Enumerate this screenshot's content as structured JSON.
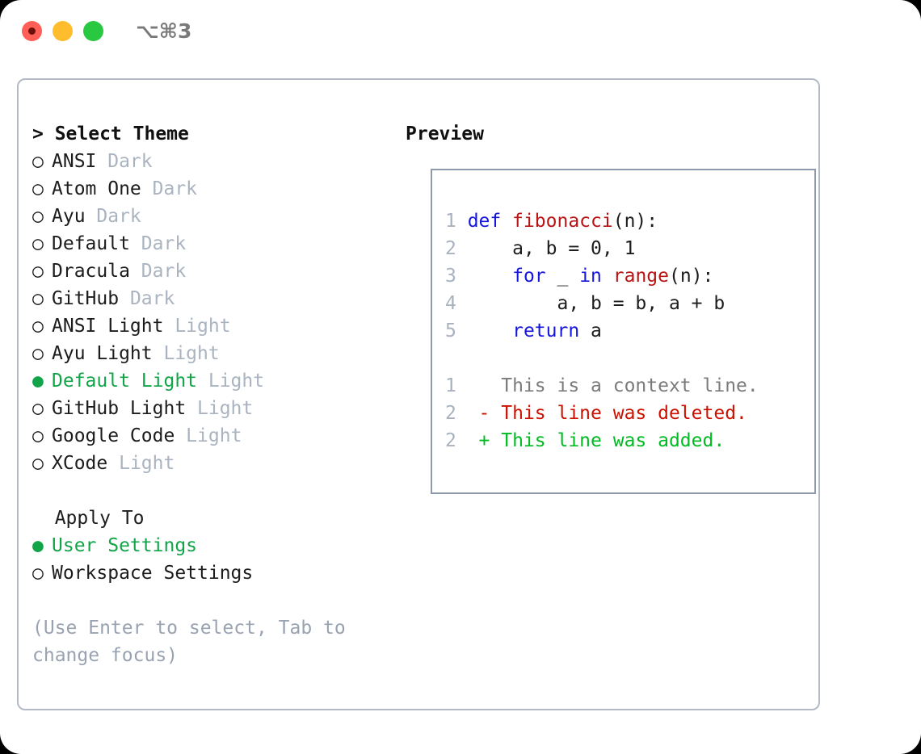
{
  "titlebar": {
    "shortcut": "⌥⌘3",
    "buttons": [
      {
        "name": "close",
        "color": "#ff5f56"
      },
      {
        "name": "minimize",
        "color": "#ffbd2e"
      },
      {
        "name": "maximize",
        "color": "#28c840"
      }
    ]
  },
  "theme_panel": {
    "header": "> Select Theme",
    "items": [
      {
        "bullet": "○",
        "label": "ANSI",
        "tag": "Dark",
        "selected": false
      },
      {
        "bullet": "○",
        "label": "Atom One",
        "tag": "Dark",
        "selected": false
      },
      {
        "bullet": "○",
        "label": "Ayu",
        "tag": "Dark",
        "selected": false
      },
      {
        "bullet": "○",
        "label": "Default",
        "tag": "Dark",
        "selected": false
      },
      {
        "bullet": "○",
        "label": "Dracula",
        "tag": "Dark",
        "selected": false
      },
      {
        "bullet": "○",
        "label": "GitHub",
        "tag": "Dark",
        "selected": false
      },
      {
        "bullet": "○",
        "label": "ANSI Light",
        "tag": "Light",
        "selected": false
      },
      {
        "bullet": "○",
        "label": "Ayu Light",
        "tag": "Light",
        "selected": false
      },
      {
        "bullet": "●",
        "label": "Default Light",
        "tag": "Light",
        "selected": true
      },
      {
        "bullet": "○",
        "label": "GitHub Light",
        "tag": "Light",
        "selected": false
      },
      {
        "bullet": "○",
        "label": "Google Code",
        "tag": "Light",
        "selected": false
      },
      {
        "bullet": "○",
        "label": "XCode",
        "tag": "Light",
        "selected": false
      }
    ]
  },
  "apply_to": {
    "header": "  Apply To",
    "items": [
      {
        "bullet": "●",
        "label": "User Settings",
        "selected": true
      },
      {
        "bullet": "○",
        "label": "Workspace Settings",
        "selected": false
      }
    ]
  },
  "hint": "(Use Enter to select, Tab to change focus)",
  "preview": {
    "title": "Preview",
    "code_lines": [
      {
        "num": "1",
        "tokens": [
          {
            "t": "def ",
            "c": "kw"
          },
          {
            "t": "fibonacci",
            "c": "fn"
          },
          {
            "t": "(n):",
            "c": "plain"
          }
        ]
      },
      {
        "num": "2",
        "tokens": [
          {
            "t": "    a, b = 0, 1",
            "c": "plain"
          }
        ]
      },
      {
        "num": "3",
        "tokens": [
          {
            "t": "    ",
            "c": "plain"
          },
          {
            "t": "for",
            "c": "kw"
          },
          {
            "t": " _ ",
            "c": "plain"
          },
          {
            "t": "in",
            "c": "kw"
          },
          {
            "t": " ",
            "c": "plain"
          },
          {
            "t": "range",
            "c": "fn"
          },
          {
            "t": "(n):",
            "c": "plain"
          }
        ]
      },
      {
        "num": "4",
        "tokens": [
          {
            "t": "        a, b = b, a + b",
            "c": "plain"
          }
        ]
      },
      {
        "num": "5",
        "tokens": [
          {
            "t": "    ",
            "c": "plain"
          },
          {
            "t": "return",
            "c": "kw"
          },
          {
            "t": " a",
            "c": "plain"
          }
        ]
      },
      {
        "num": "",
        "tokens": []
      },
      {
        "num": "1",
        "tokens": [
          {
            "t": "   This is a context line.",
            "c": "ctx"
          }
        ]
      },
      {
        "num": "2",
        "tokens": [
          {
            "t": " - This line was deleted.",
            "c": "del"
          }
        ]
      },
      {
        "num": "2",
        "tokens": [
          {
            "t": " + This line was added.",
            "c": "add"
          }
        ]
      }
    ]
  },
  "colors": {
    "accent_green": "#11a448",
    "diff_added": "#00bb22",
    "diff_deleted": "#cc1100",
    "keyword_blue": "#1414dd",
    "function_red": "#b81414",
    "tag_grey": "#aab3c0",
    "hint_grey": "#98a2b1",
    "border": "#b3bac6",
    "preview_border": "#8d9aab"
  }
}
